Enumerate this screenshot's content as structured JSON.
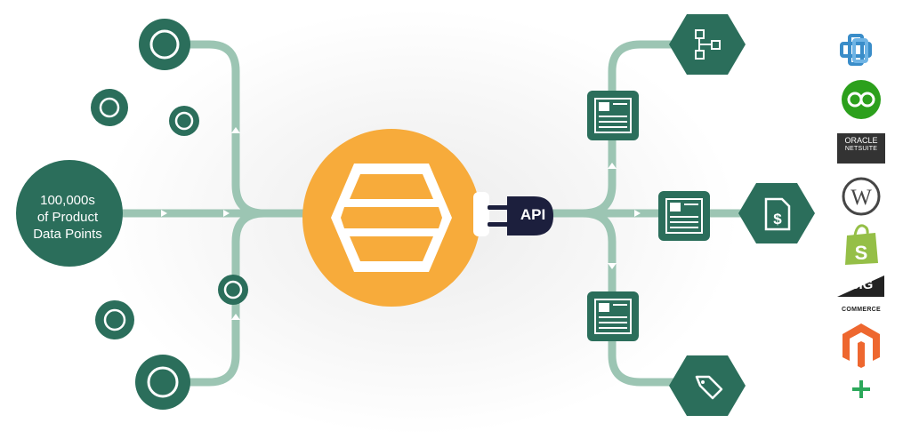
{
  "source_node": {
    "lines": [
      "100,000s",
      "of Product",
      "Data Points"
    ]
  },
  "api_connector": {
    "label": "API"
  },
  "platform_logos": {
    "oracle": {
      "line1": "ORACLE",
      "line2": "NETSUITE"
    },
    "bigcommerce": {
      "big": "BIG",
      "commerce": "COMMERCE"
    },
    "more": "+"
  },
  "colors": {
    "primary_green": "#2b6e5b",
    "path_green": "#9cc5b3",
    "hub_orange": "#f7ab3b",
    "api_navy": "#1c1f3d",
    "quickbooks_green": "#2ca01c",
    "shopify_green": "#95bf47",
    "magento_orange": "#ee672f"
  },
  "icons": {
    "hub": "beehive-hexagon-icon",
    "api": "plug-icon",
    "outputs": [
      "hierarchy-icon",
      "invoice-dollar-icon",
      "price-tag-icon"
    ],
    "documents": [
      "product-sheet-icon",
      "product-sheet-icon",
      "product-sheet-icon"
    ],
    "platforms": [
      "teamwork-crossed-blocks-icon",
      "quickbooks-icon",
      "oracle-netsuite-icon",
      "wordpress-icon",
      "shopify-bag-icon",
      "bigcommerce-icon",
      "magento-icon",
      "plus-icon"
    ]
  }
}
